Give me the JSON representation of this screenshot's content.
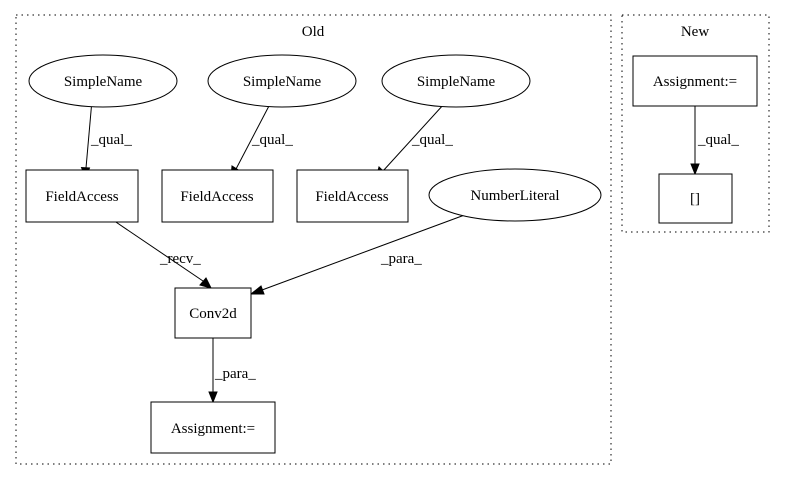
{
  "clusters": {
    "old": {
      "label": "Old"
    },
    "new": {
      "label": "New"
    }
  },
  "nodes": {
    "sn1": "SimpleName",
    "sn2": "SimpleName",
    "sn3": "SimpleName",
    "fa1": "FieldAccess",
    "fa2": "FieldAccess",
    "fa3": "FieldAccess",
    "numlit": "NumberLiteral",
    "conv": "Conv2d",
    "assign_old": "Assignment:=",
    "assign_new": "Assignment:=",
    "index": "[]"
  },
  "edges": {
    "sn1_fa1": "_qual_",
    "sn2_fa2": "_qual_",
    "sn3_fa3": "_qual_",
    "fa1_conv": "_recv_",
    "num_conv": "_para_",
    "conv_assign": "_para_",
    "assignnew_index": "_qual_"
  }
}
